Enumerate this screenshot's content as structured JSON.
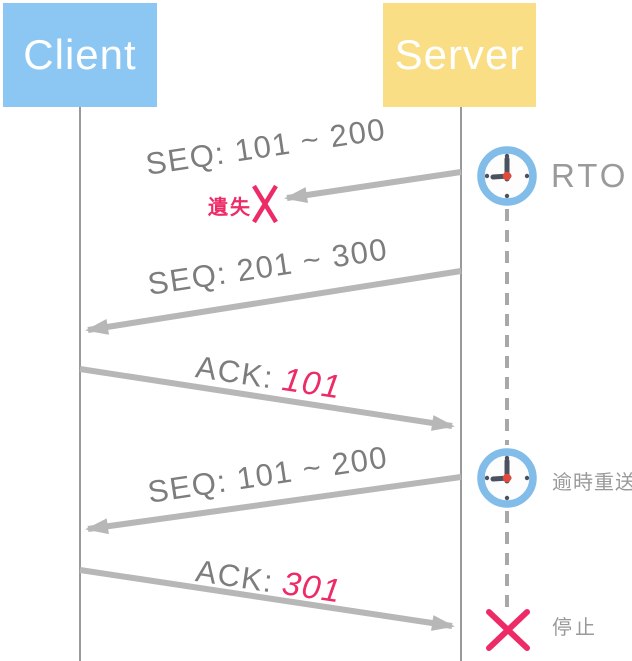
{
  "actors": [
    {
      "label": "Client"
    },
    {
      "label": "Server"
    }
  ],
  "messages": [
    {
      "label": "SEQ: 101 ~ 200",
      "direction": "server-to-client",
      "status": "lost",
      "annotation": "遺失"
    },
    {
      "label": "SEQ: 201 ~ 300",
      "direction": "server-to-client",
      "status": "delivered"
    },
    {
      "prefix": "ACK:",
      "value": "101",
      "direction": "client-to-server",
      "status": "delivered"
    },
    {
      "label": "SEQ: 101 ~ 200",
      "direction": "server-to-client",
      "status": "delivered"
    },
    {
      "prefix": "ACK:",
      "value": "301",
      "direction": "client-to-server",
      "status": "delivered"
    }
  ],
  "timers": [
    {
      "label": "RTO"
    },
    {
      "label": "逾時重送"
    }
  ],
  "stop": {
    "label": "停止"
  },
  "colors": {
    "client_box": "#8CC7F3",
    "server_box": "#FADE85",
    "actor_text": "#FFFFFF",
    "arrow": "#B7B7B7",
    "lifeline": "#999999",
    "label_gray": "#7D7D7D",
    "side_gray": "#9A9A9A",
    "accent_pink": "#ED2B67",
    "clock_ring": "#82BCE9",
    "clock_hand": "#4A5260",
    "clock_center": "#E2493B",
    "dashed_line": "#A8A8A8"
  }
}
